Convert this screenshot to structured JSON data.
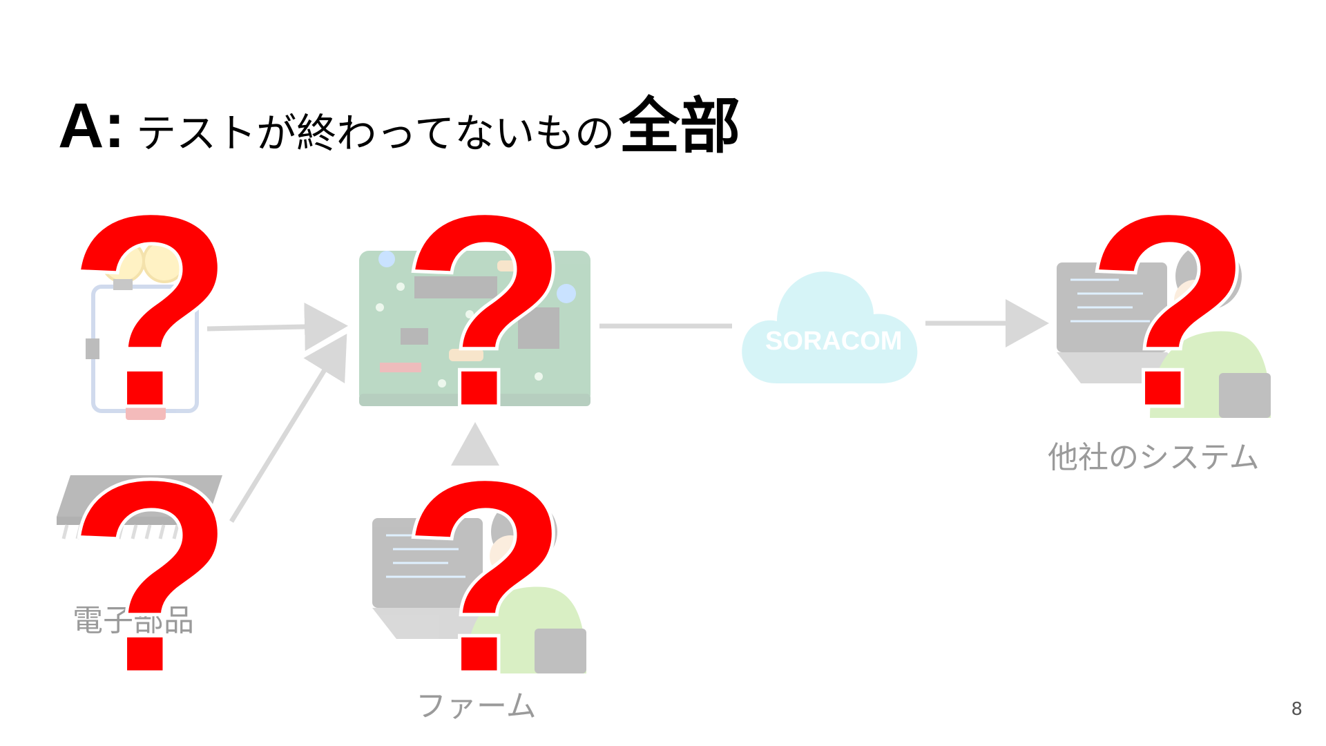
{
  "title": {
    "prefix": "A:",
    "body": "テストが終わってないもの",
    "strong": "全部"
  },
  "labels": {
    "parts": "電子部品",
    "firmware": "ファーム",
    "other_system": "他社のシステム",
    "cloud": "SORACOM"
  },
  "overlay": {
    "mark": "?"
  },
  "page": {
    "number": "8"
  },
  "icons": [
    "circuit-icon",
    "chip-icon",
    "board-icon",
    "cloud-icon",
    "developer-laptop-icon"
  ],
  "colors": {
    "question": "#ff0000",
    "cloud": "#bfeef3",
    "board": "#2e8a4f",
    "arrow": "#d8d8d8"
  }
}
